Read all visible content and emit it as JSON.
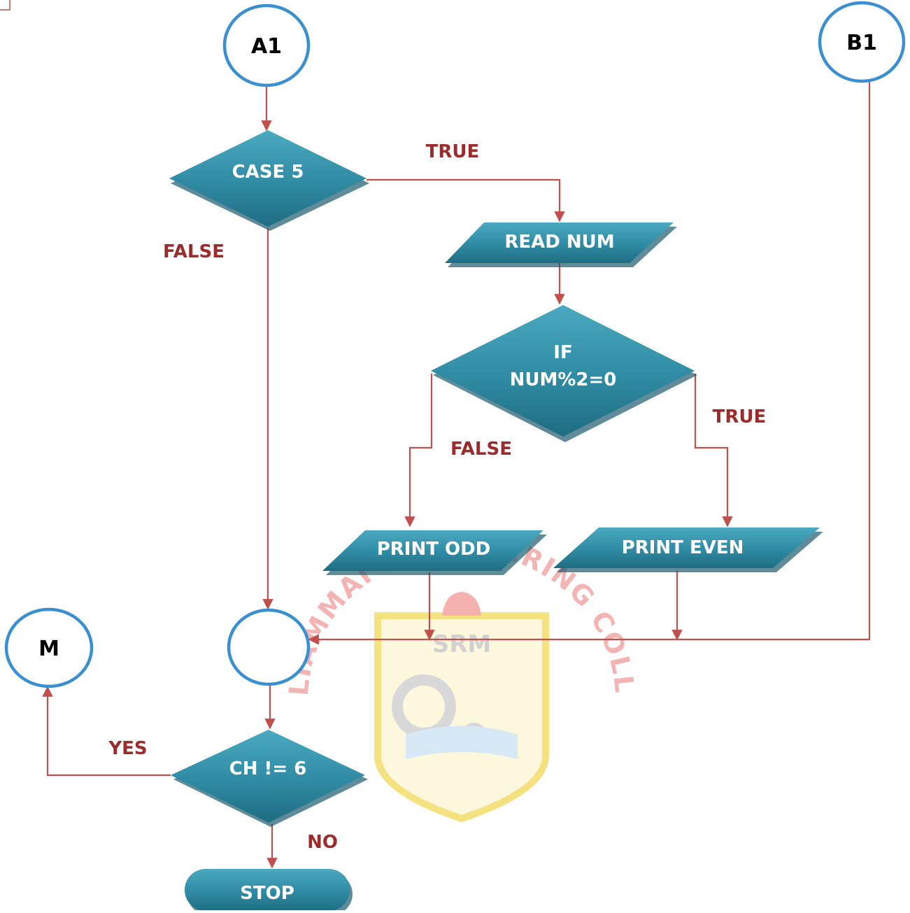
{
  "connectors": {
    "a1": "A1",
    "b1": "B1",
    "m": "M"
  },
  "nodes": {
    "case5": "CASE 5",
    "read_num": "READ NUM",
    "if_line1": "IF",
    "if_line2": "NUM%2=0",
    "print_odd": "PRINT ODD",
    "print_even": "PRINT EVEN",
    "ch_check": "CH != 6",
    "stop": "STOP"
  },
  "labels": {
    "case5_true": "TRUE",
    "case5_false": "FALSE",
    "if_false": "FALSE",
    "if_true": "TRUE",
    "yes": "YES",
    "no": "NO"
  },
  "watermark": {
    "arc_text": "VALLIAMMAI ENGINEERING COLLEGE",
    "emblem": "SRM"
  },
  "colors": {
    "shape_fill": "#2f8ba3",
    "shape_dark": "#1c5a6c",
    "arrow": "#c0504d",
    "label": "#9b2c2c",
    "circle_stroke": "#3a8fd0"
  }
}
